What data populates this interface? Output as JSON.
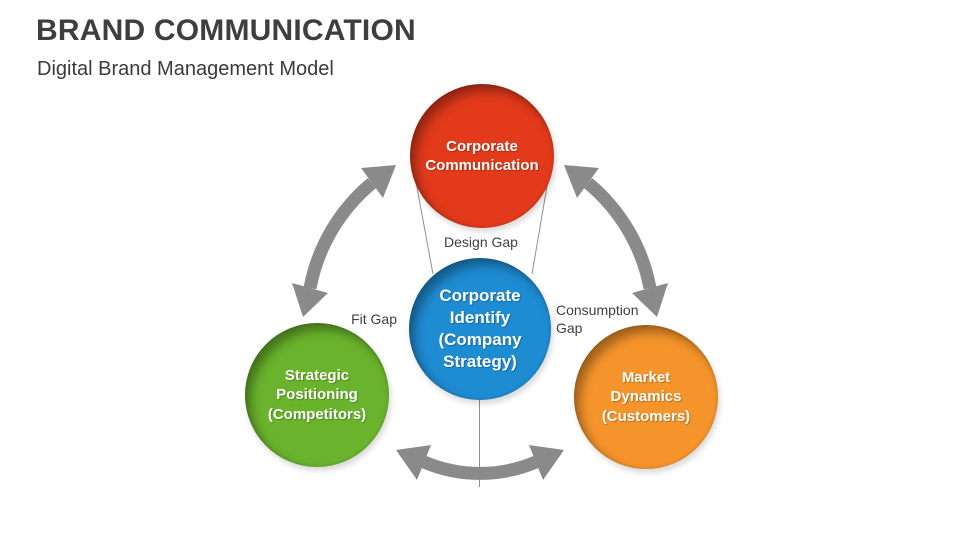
{
  "header": {
    "title": "BRAND COMMUNICATION",
    "subtitle": "Digital Brand Management Model"
  },
  "diagram": {
    "nodes": [
      {
        "id": "corporate-communication",
        "label": "Corporate\nCommunication",
        "color": "#E23A1B",
        "position": "top"
      },
      {
        "id": "corporate-identify",
        "label": "Corporate\nIdentify\n(Company\nStrategy)",
        "color": "#1E8CD2",
        "position": "center"
      },
      {
        "id": "strategic-positioning",
        "label": "Strategic\nPositioning\n(Competitors)",
        "color": "#6AB32C",
        "position": "bottom-left"
      },
      {
        "id": "market-dynamics",
        "label": "Market\nDynamics\n(Customers)",
        "color": "#F5942B",
        "position": "bottom-right"
      }
    ],
    "gaps": [
      {
        "id": "design-gap",
        "label": "Design Gap"
      },
      {
        "id": "fit-gap",
        "label": "Fit Gap"
      },
      {
        "id": "consumption-gap",
        "label": "Consumption Gap"
      }
    ],
    "arrow_color": "#8A8A8A",
    "line_color": "#8F8F8F"
  }
}
